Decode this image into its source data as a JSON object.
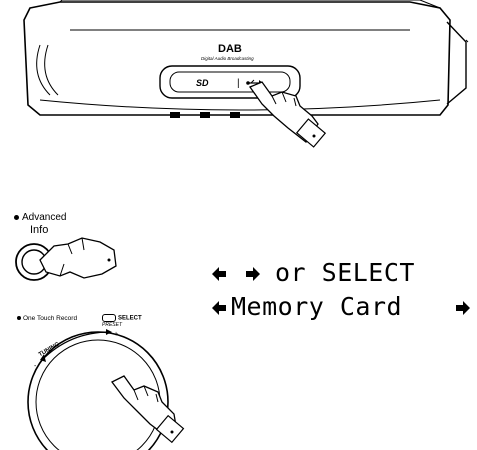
{
  "radio": {
    "logo": "DAB",
    "logo_sub": "Digital Audio Broadcasting",
    "port_sd_label": "SD",
    "port_separator": "|",
    "port_usb_icon": "usb-icon"
  },
  "info_button": {
    "label_advanced": "Advanced",
    "label_info": "Info"
  },
  "lcd": {
    "line1_arrows": [
      "left-arrow-icon",
      "right-arrow-icon"
    ],
    "line1_text": "or SELECT",
    "line2_text": "Memory Card",
    "line2_left_arrow": "left-arrow-icon",
    "line2_right_arrow": "right-arrow-icon"
  },
  "tuning_control": {
    "one_touch_label": "One Touch Record",
    "select_label": "SELECT",
    "select_sub": "PRESET",
    "tuning_label": "TUNING",
    "minus": "-",
    "plus": "+"
  }
}
